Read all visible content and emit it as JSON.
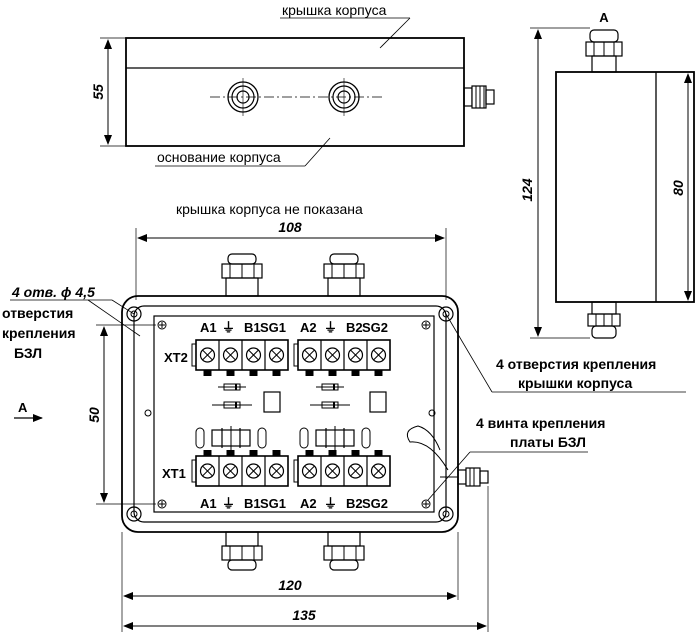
{
  "top_view": {
    "cover_label": "крышка корпуса",
    "base_label": "основание корпуса",
    "height_dim": "55"
  },
  "side_view": {
    "view_letter": "А",
    "total_height_dim": "124",
    "body_height_dim": "80"
  },
  "front_view": {
    "cover_not_shown": "крышка корпуса не показана",
    "width_inner_dim": "108",
    "width_body_dim": "120",
    "width_total_dim": "135",
    "height_dim": "50",
    "view_arrow_letter": "А",
    "holes_label_line1": "4 отв. ϕ 4,5",
    "holes_label_line2": "отверстия",
    "holes_label_line3": "крепления",
    "holes_label_line4": "БЗЛ",
    "cover_holes_line1": "4 отверстия крепления",
    "cover_holes_line2": "крышки корпуса",
    "screws_line1": "4 винта крепления",
    "screws_line2": "платы БЗЛ",
    "xt2_label": "ХТ2",
    "xt1_label": "ХТ1",
    "terminal_labels_top": [
      "A1",
      "⏚",
      "B1",
      "SG1",
      "A2",
      "⏚",
      "B2",
      "SG2"
    ],
    "terminal_labels_bottom": [
      "A1",
      "⏚",
      "B1",
      "SG1",
      "A2",
      "⏚",
      "B2",
      "SG2"
    ]
  }
}
